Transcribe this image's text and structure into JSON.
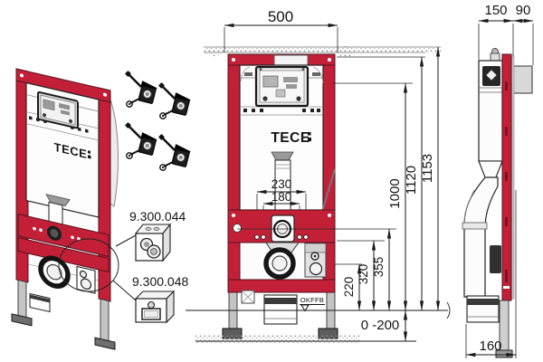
{
  "colors": {
    "frame_red": "#c32038",
    "frame_red_dark": "#7d1322",
    "line": "#1a1a1a",
    "grey_part": "#cfcfcf"
  },
  "logo": {
    "brand": "TECE"
  },
  "parts_list": {
    "bracket_a": "9.300.044",
    "bracket_b": "9.300.048"
  },
  "front_view": {
    "width": "500",
    "fixing_outer": "230",
    "fixing_inner": "180",
    "h_total": "1153",
    "h_frame": "1120",
    "h_cistern": "1000",
    "h_bend": "355",
    "h_mid": "320",
    "h_outlet": "220",
    "leg_adjust": "0 -200",
    "floor_mark": "OKFFB"
  },
  "side_view": {
    "depth_front": "150",
    "depth_wall": "90",
    "outlet_depth": "160"
  }
}
